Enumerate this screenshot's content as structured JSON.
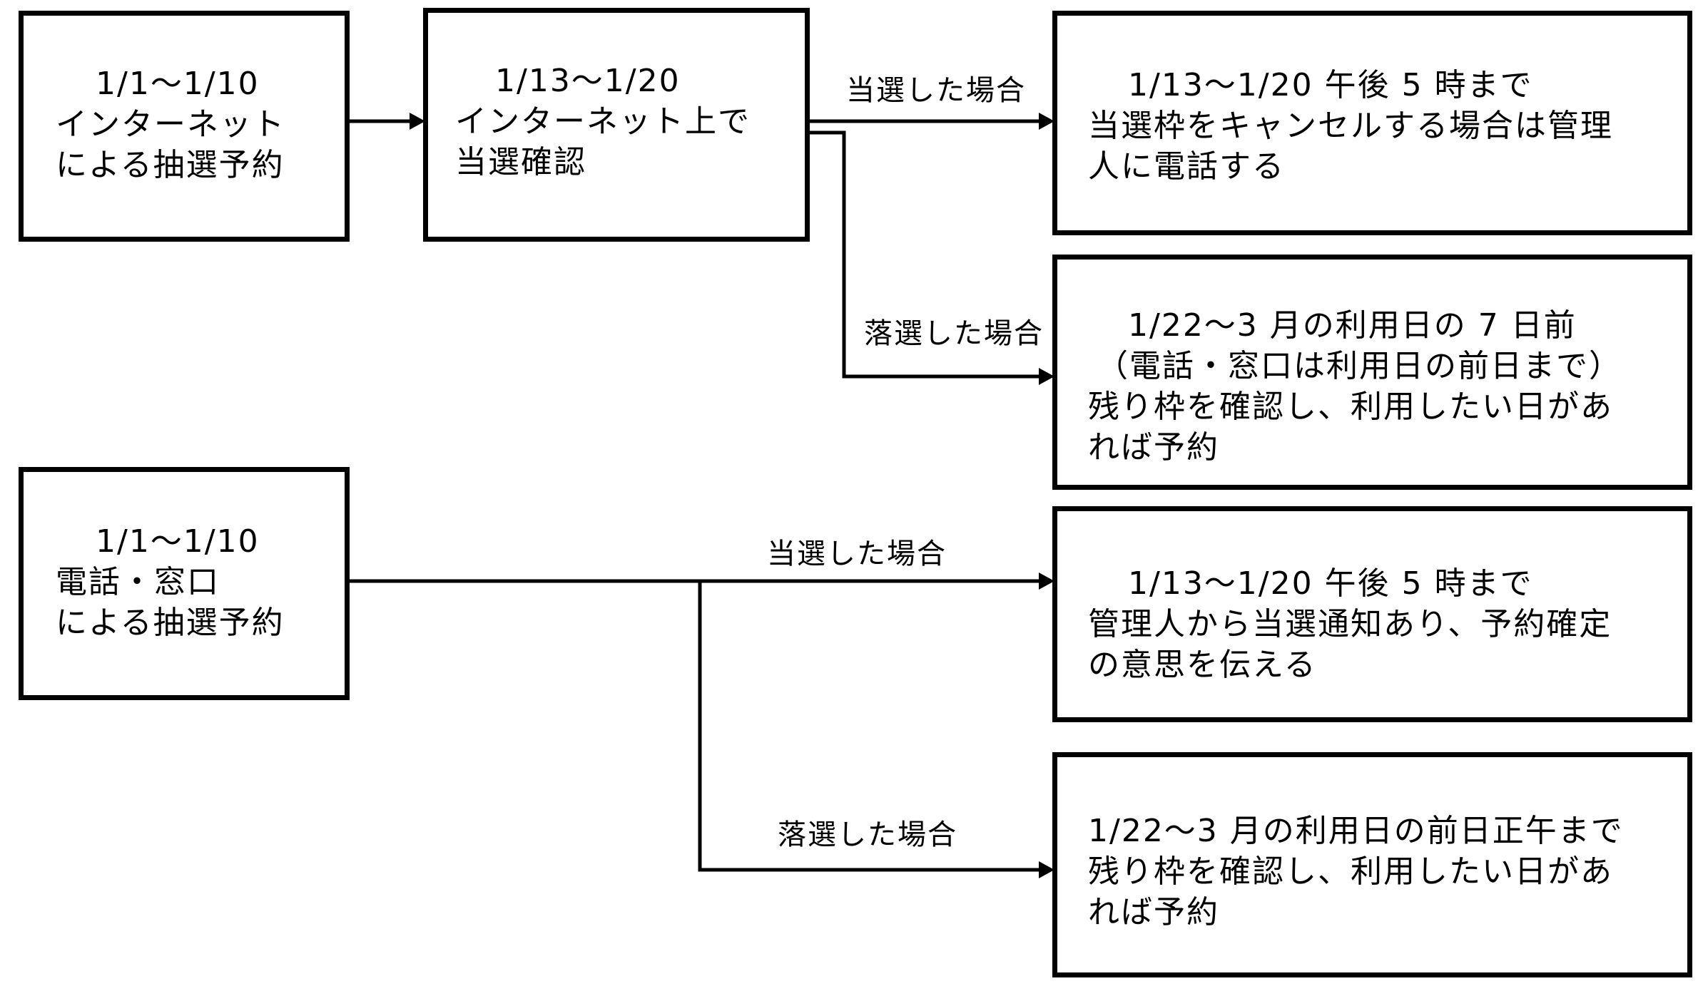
{
  "flow_internet": {
    "apply": [
      "1/1〜1/10",
      "インターネット",
      "による抽選予約"
    ],
    "confirm": [
      "1/13〜1/20",
      "インターネット上で",
      "当選確認"
    ],
    "won_label": "当選した場合",
    "won": [
      "1/13〜1/20 午後 5 時まで",
      "当選枠をキャンセルする場合は管理",
      "人に電話する"
    ],
    "lost_label": "落選した場合",
    "lost": [
      "1/22〜3 月の利用日の 7 日前",
      "（電話・窓口は利用日の前日まで）",
      "残り枠を確認し、利用したい日があ",
      "れば予約"
    ]
  },
  "flow_phone": {
    "apply": [
      "1/1〜1/10",
      "電話・窓口",
      "による抽選予約"
    ],
    "won_label": "当選した場合",
    "won": [
      "1/13〜1/20 午後 5 時まで",
      "管理人から当選通知あり、予約確定",
      "の意思を伝える"
    ],
    "lost_label": "落選した場合",
    "lost": [
      "1/22〜3 月の利用日の前日正午まで",
      "残り枠を確認し、利用したい日があ",
      "れば予約"
    ]
  }
}
